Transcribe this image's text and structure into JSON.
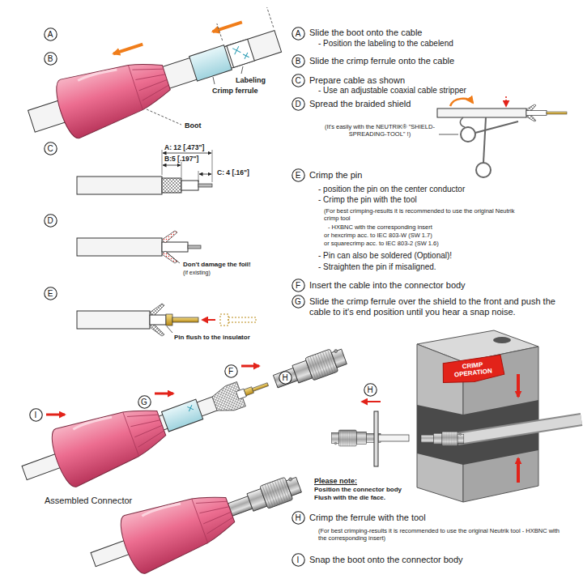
{
  "diagram": {
    "nodes": [
      {
        "text": [
          "A"
        ]
      },
      {
        "text": [
          "A"
        ]
      },
      {
        "text": [
          "B"
        ]
      },
      {
        "text": [
          "B"
        ]
      },
      {
        "text": [
          "C"
        ]
      },
      {
        "text": [
          "D"
        ]
      },
      {
        "text": [
          "C"
        ]
      },
      {
        "text": [
          "E"
        ]
      },
      {
        "text": [
          "D"
        ]
      },
      {
        "text": [
          "F"
        ]
      },
      {
        "text": [
          "E"
        ]
      },
      {
        "text": [
          "G"
        ]
      },
      {
        "text": [
          "F"
        ]
      },
      {
        "text": [
          "H"
        ]
      },
      {
        "text": [
          "CRIMP OPERATION"
        ]
      },
      {
        "text": [
          "H"
        ]
      },
      {
        "text": [
          "G"
        ]
      },
      {
        "text": [
          "I"
        ]
      },
      {
        "text": [
          "H"
        ]
      },
      {
        "text": [
          "I"
        ]
      }
    ],
    "labels": [
      "Labeling",
      "Crimp ferrule",
      "Boot",
      "A: 12 [.473\"]",
      "B:5 [.197\"]",
      "C: 4 [.16\"]",
      "Don't damage the foil!",
      "(if existing)",
      "Pin flush to the insulator",
      "Assembled Connector",
      "Slide the boot onto the cable",
      "- Position the labeling to the cabelend",
      "Slide the crimp ferrule onto the cable",
      "Prepare cable as shown",
      "- Use an adjustable coaxial cable stripper",
      "Spread the braided shield",
      "(It's easily with the NEUTRIK® \"SHIELD-SPREADING-TOOL\" !)",
      "Crimp the pin",
      "- position the pin on the center conductor",
      "- Crimp the pin with the tool",
      "(For best crimping-results it is recommended to use the original Neutrik crimp tool",
      "- HXBNC with the corresponding insert",
      "or hexcrimp acc. to IEC 803-W (SW 1.7)",
      "or squarecrimp acc. to IEC 803-2 (SW 1.6)",
      "- Pin can also be soldered (Optional)!",
      "- Straighten the pin if misaligned.",
      "Insert the cable into the connector body",
      "Slide the crimp ferrule over the shield to the front and push the cable to it's end position until you hear a snap noise.",
      "Please note:",
      "Position the connector body Flush with the die face.",
      "Crimp the ferrule with the tool",
      "(For best crimping-results it is recommended to use the original Neutrik tool - HXBNC with the corresponding insert)",
      "Snap the boot onto the connector body"
    ]
  }
}
